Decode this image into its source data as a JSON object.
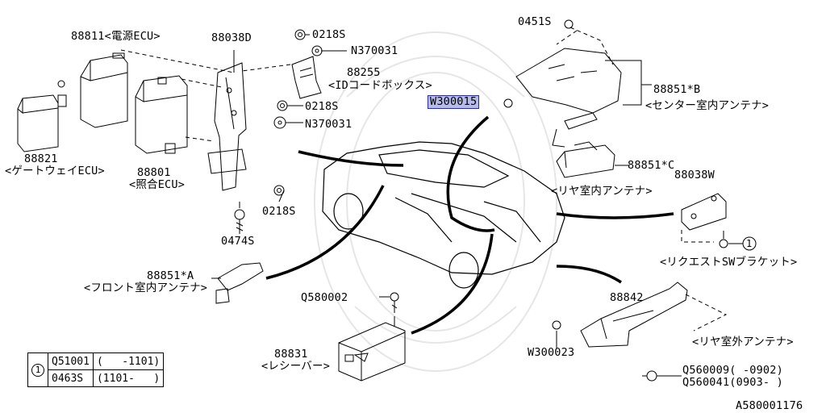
{
  "labels": {
    "p88811": "88811<電源ECU>",
    "p88038d": "88038D",
    "p0218s_a": "0218S",
    "pn370031_a": "N370031",
    "p88255": "88255",
    "p88255_name": "<IDコードボックス>",
    "p0218s_b": "0218S",
    "pn370031_b": "N370031",
    "p88821": "88821",
    "p88821_name": "<ゲートウェイECU>",
    "p88801": "88801",
    "p88801_name": "<照合ECU>",
    "p0218s_c": "0218S",
    "p0474s": "0474S",
    "p0451s": "0451S",
    "pw300015": "W300015",
    "p88851b": "88851*B",
    "p88851b_name": "<センター室内アンテナ>",
    "p88851c": "88851*C",
    "p88851c_name": "<リヤ室内アンテナ>",
    "p88038w": "88038W",
    "p1": "1",
    "pbracket_name": "<リクエストSWブラケット>",
    "p88851a": "88851*A",
    "p88851a_name": "<フロント室内アンテナ>",
    "pq580002": "Q580002",
    "p88842": "88842",
    "prear_ext_name": "<リヤ室外アンテナ>",
    "pw300023": "W300023",
    "p88831": "88831",
    "p88831_name": "<レシーバー>",
    "pq560009": "Q560009(   -0902)",
    "pq560041": "Q560041(0903-   )",
    "figure_code": "A580001176"
  },
  "table": {
    "ref": "1",
    "rows": [
      {
        "part": "Q51001",
        "range": "(   -1101)"
      },
      {
        "part": "0463S",
        "range": "(1101-   )"
      }
    ]
  }
}
